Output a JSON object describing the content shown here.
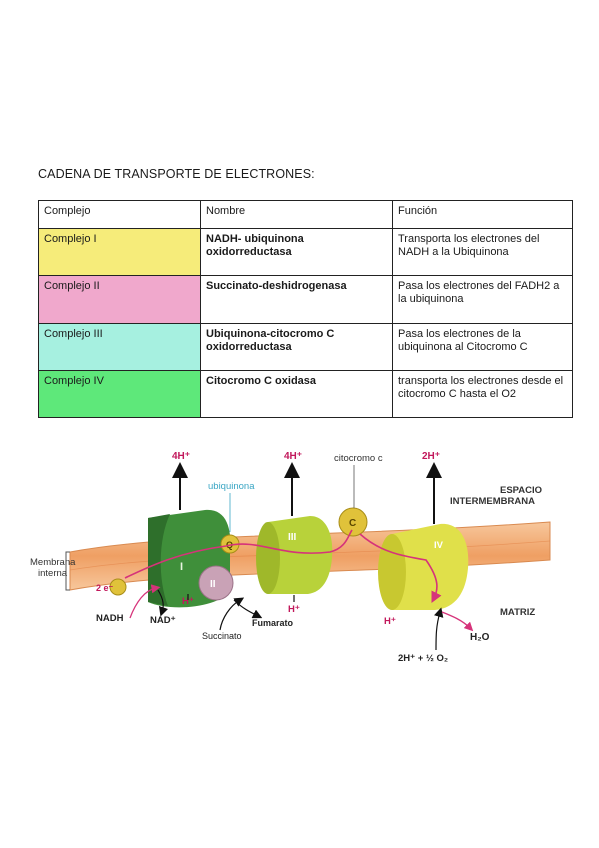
{
  "title": "CADENA DE TRANSPORTE DE ELECTRONES:",
  "table": {
    "headers": [
      "Complejo",
      "Nombre",
      "Función"
    ],
    "rows": [
      {
        "complejo": "Complejo I",
        "nombre": "NADH- ubiquinona oxidorreductasa",
        "funcion": "Transporta los electrones del NADH  a la Ubiquinona",
        "color": "#f6ec7a"
      },
      {
        "complejo": "Complejo II",
        "nombre": "Succinato-deshidrogenasa",
        "funcion": "Pasa los electrones del FADH2 a la ubiquinona",
        "color": "#f0a8cc"
      },
      {
        "complejo": "Complejo III",
        "nombre": "Ubiquinona-citocromo C oxidorreductasa",
        "funcion": "Pasa los electrones de la ubiquinona al Citocromo C",
        "color": "#a6f0e0"
      },
      {
        "complejo": "Complejo IV",
        "nombre": "Citocromo C oxidasa",
        "funcion": "transporta los electrones desde el citocromo C hasta el O2",
        "color": "#5ee87a"
      }
    ]
  },
  "diagram": {
    "proton_top_1": "4H⁺",
    "proton_top_3": "4H⁺",
    "proton_top_4": "2H⁺",
    "ubiquinona": "ubiquinona",
    "citocromo": "citocromo c",
    "espacio": "ESPACIO",
    "intermembrana": "INTERMEMBRANA",
    "membrana": "Membrana",
    "interna": "interna",
    "electrons": "2 e⁻",
    "nadh": "NADH",
    "nad": "NAD⁺",
    "h_i": "H⁺",
    "h_iii": "H⁺",
    "h_iv": "H⁺",
    "succinato": "Succinato",
    "fumarato": "Fumarato",
    "matriz": "MATRIZ",
    "h2o": "H₂O",
    "oxygen": "2H⁺ + ½ O₂",
    "label_I": "I",
    "label_II": "II",
    "label_III": "III",
    "label_IV": "IV",
    "label_Q": "Q",
    "label_C": "C",
    "colors": {
      "membrane": "#f2b27e",
      "complex_I": "#3f8f3a",
      "complex_III": "#b8d23a",
      "complex_IV": "#e0e04a",
      "complex_II": "#c9a2b6",
      "arrow": "#d6337a",
      "ubiquinona_label": "#3aa6c4"
    }
  }
}
